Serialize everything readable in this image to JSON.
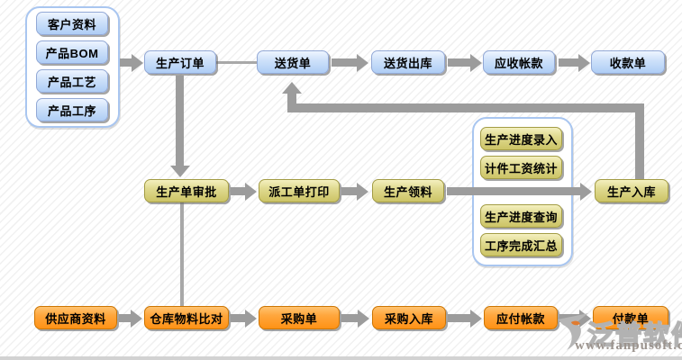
{
  "flowchart": {
    "basic_data_group": {
      "customer_info": "客户资料",
      "product_bom": "产品BOM",
      "product_craft": "产品工艺",
      "product_process": "产品工序"
    },
    "sales_row": {
      "production_order": "生产订单",
      "delivery_note": "送货单",
      "delivery_outbound": "送货出库",
      "accounts_receivable": "应收帐款",
      "receipt_note": "收款单"
    },
    "production_row": {
      "production_order_approval": "生产单审批",
      "work_dispatch_print": "派工单打印",
      "production_material_picking": "生产领料",
      "production_inbound": "生产入库"
    },
    "progress_group": {
      "progress_entry": "生产进度录入",
      "piecework_wage_stats": "计件工资统计",
      "progress_query": "生产进度查询",
      "process_completion_summary": "工序完成汇总"
    },
    "purchase_row": {
      "supplier_info": "供应商资料",
      "warehouse_material_compare": "仓库物料比对",
      "purchase_order": "采购单",
      "purchase_inbound": "采购入库",
      "accounts_payable": "应付帐款",
      "payment_note": "付款单"
    }
  },
  "watermark": {
    "brand": "泛普软件",
    "website": "www.fanpusoft.com"
  },
  "colors": {
    "node_blue": "#b3cff5",
    "node_khaki": "#d0c96e",
    "node_orange": "#ff9421",
    "arrow": "#9c9c9c",
    "group_border": "#a9c6f0"
  }
}
